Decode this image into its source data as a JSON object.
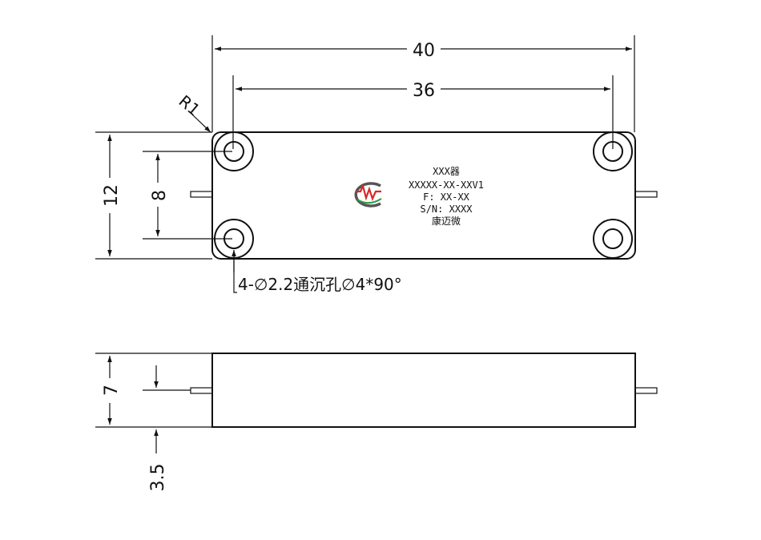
{
  "top_view": {
    "dim_length": "40",
    "dim_hole_spacing_x": "36",
    "dim_height": "12",
    "dim_hole_spacing_y": "8",
    "dim_radius": "R1",
    "hole_note": "4-∅2.2通沉孔∅4*90°",
    "label": {
      "line1": "XXX器",
      "line2": "XXXXX-XX-XXV1",
      "line3": "F: XX-XX",
      "line4": "S/N: XXXX",
      "line5": "康迈微"
    },
    "logo_icon": "cmw-logo-icon"
  },
  "side_view": {
    "dim_thickness": "7",
    "dim_pin_height": "3.5"
  },
  "colors": {
    "line": "#111111",
    "logo_red": "#d42a2a",
    "logo_green": "#2e9a48",
    "logo_gray": "#555555"
  }
}
